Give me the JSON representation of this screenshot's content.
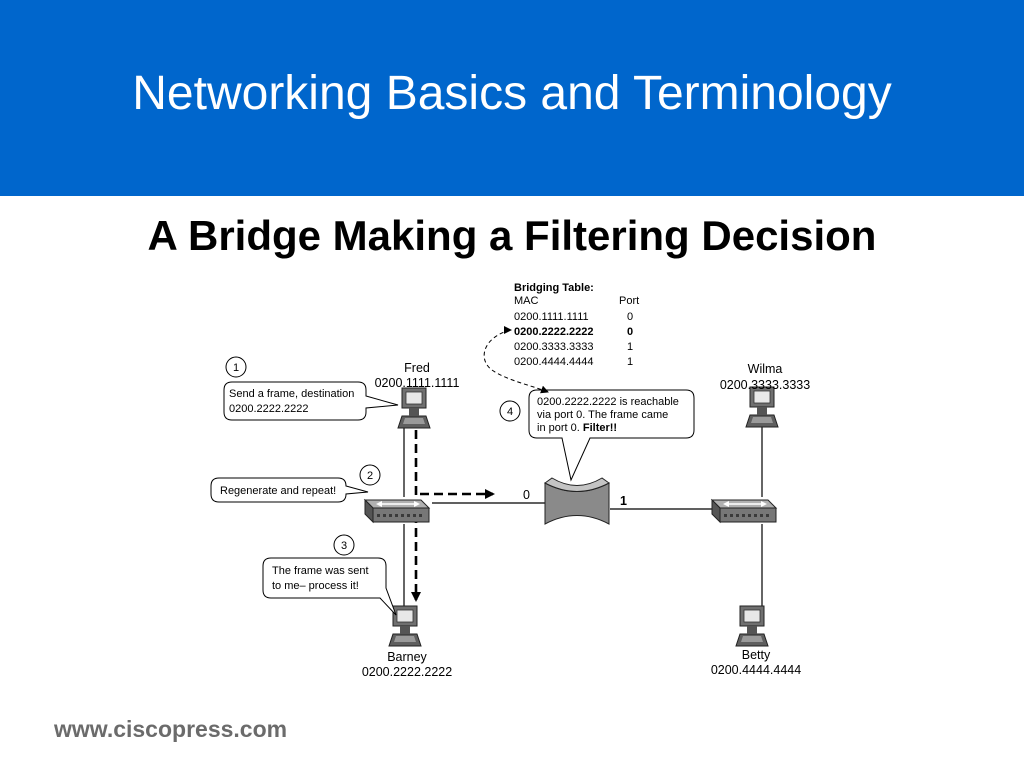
{
  "header": {
    "title": "Networking Basics and Terminology"
  },
  "subtitle": "A Bridge Making a Filtering Decision",
  "bridging_table": {
    "title": "Bridging Table:",
    "col_mac": "MAC",
    "col_port": "Port",
    "rows": [
      {
        "mac": "0200.1111.1111",
        "port": "0",
        "bold": false
      },
      {
        "mac": "0200.2222.2222",
        "port": "0",
        "bold": true
      },
      {
        "mac": "0200.3333.3333",
        "port": "1",
        "bold": false
      },
      {
        "mac": "0200.4444.4444",
        "port": "1",
        "bold": false
      }
    ]
  },
  "hosts": {
    "fred": {
      "name": "Fred",
      "mac": "0200.1111.1111"
    },
    "barney": {
      "name": "Barney",
      "mac": "0200.2222.2222"
    },
    "wilma": {
      "name": "Wilma",
      "mac": "0200.3333.3333"
    },
    "betty": {
      "name": "Betty",
      "mac": "0200.4444.4444"
    }
  },
  "steps": [
    {
      "num": "1",
      "lines": [
        "Send a frame, destination",
        "0200.2222.2222"
      ]
    },
    {
      "num": "2",
      "lines": [
        "Regenerate and repeat!"
      ]
    },
    {
      "num": "3",
      "lines": [
        "The frame was sent",
        "to me– process it!"
      ]
    },
    {
      "num": "4",
      "lines": [
        "0200.2222.2222 is reachable",
        "via port 0. The frame came",
        "in port 0. "
      ],
      "emphasis": "Filter!!"
    }
  ],
  "ports": {
    "left": "0",
    "right": "1"
  },
  "footer": {
    "url": "www.ciscopress.com"
  }
}
